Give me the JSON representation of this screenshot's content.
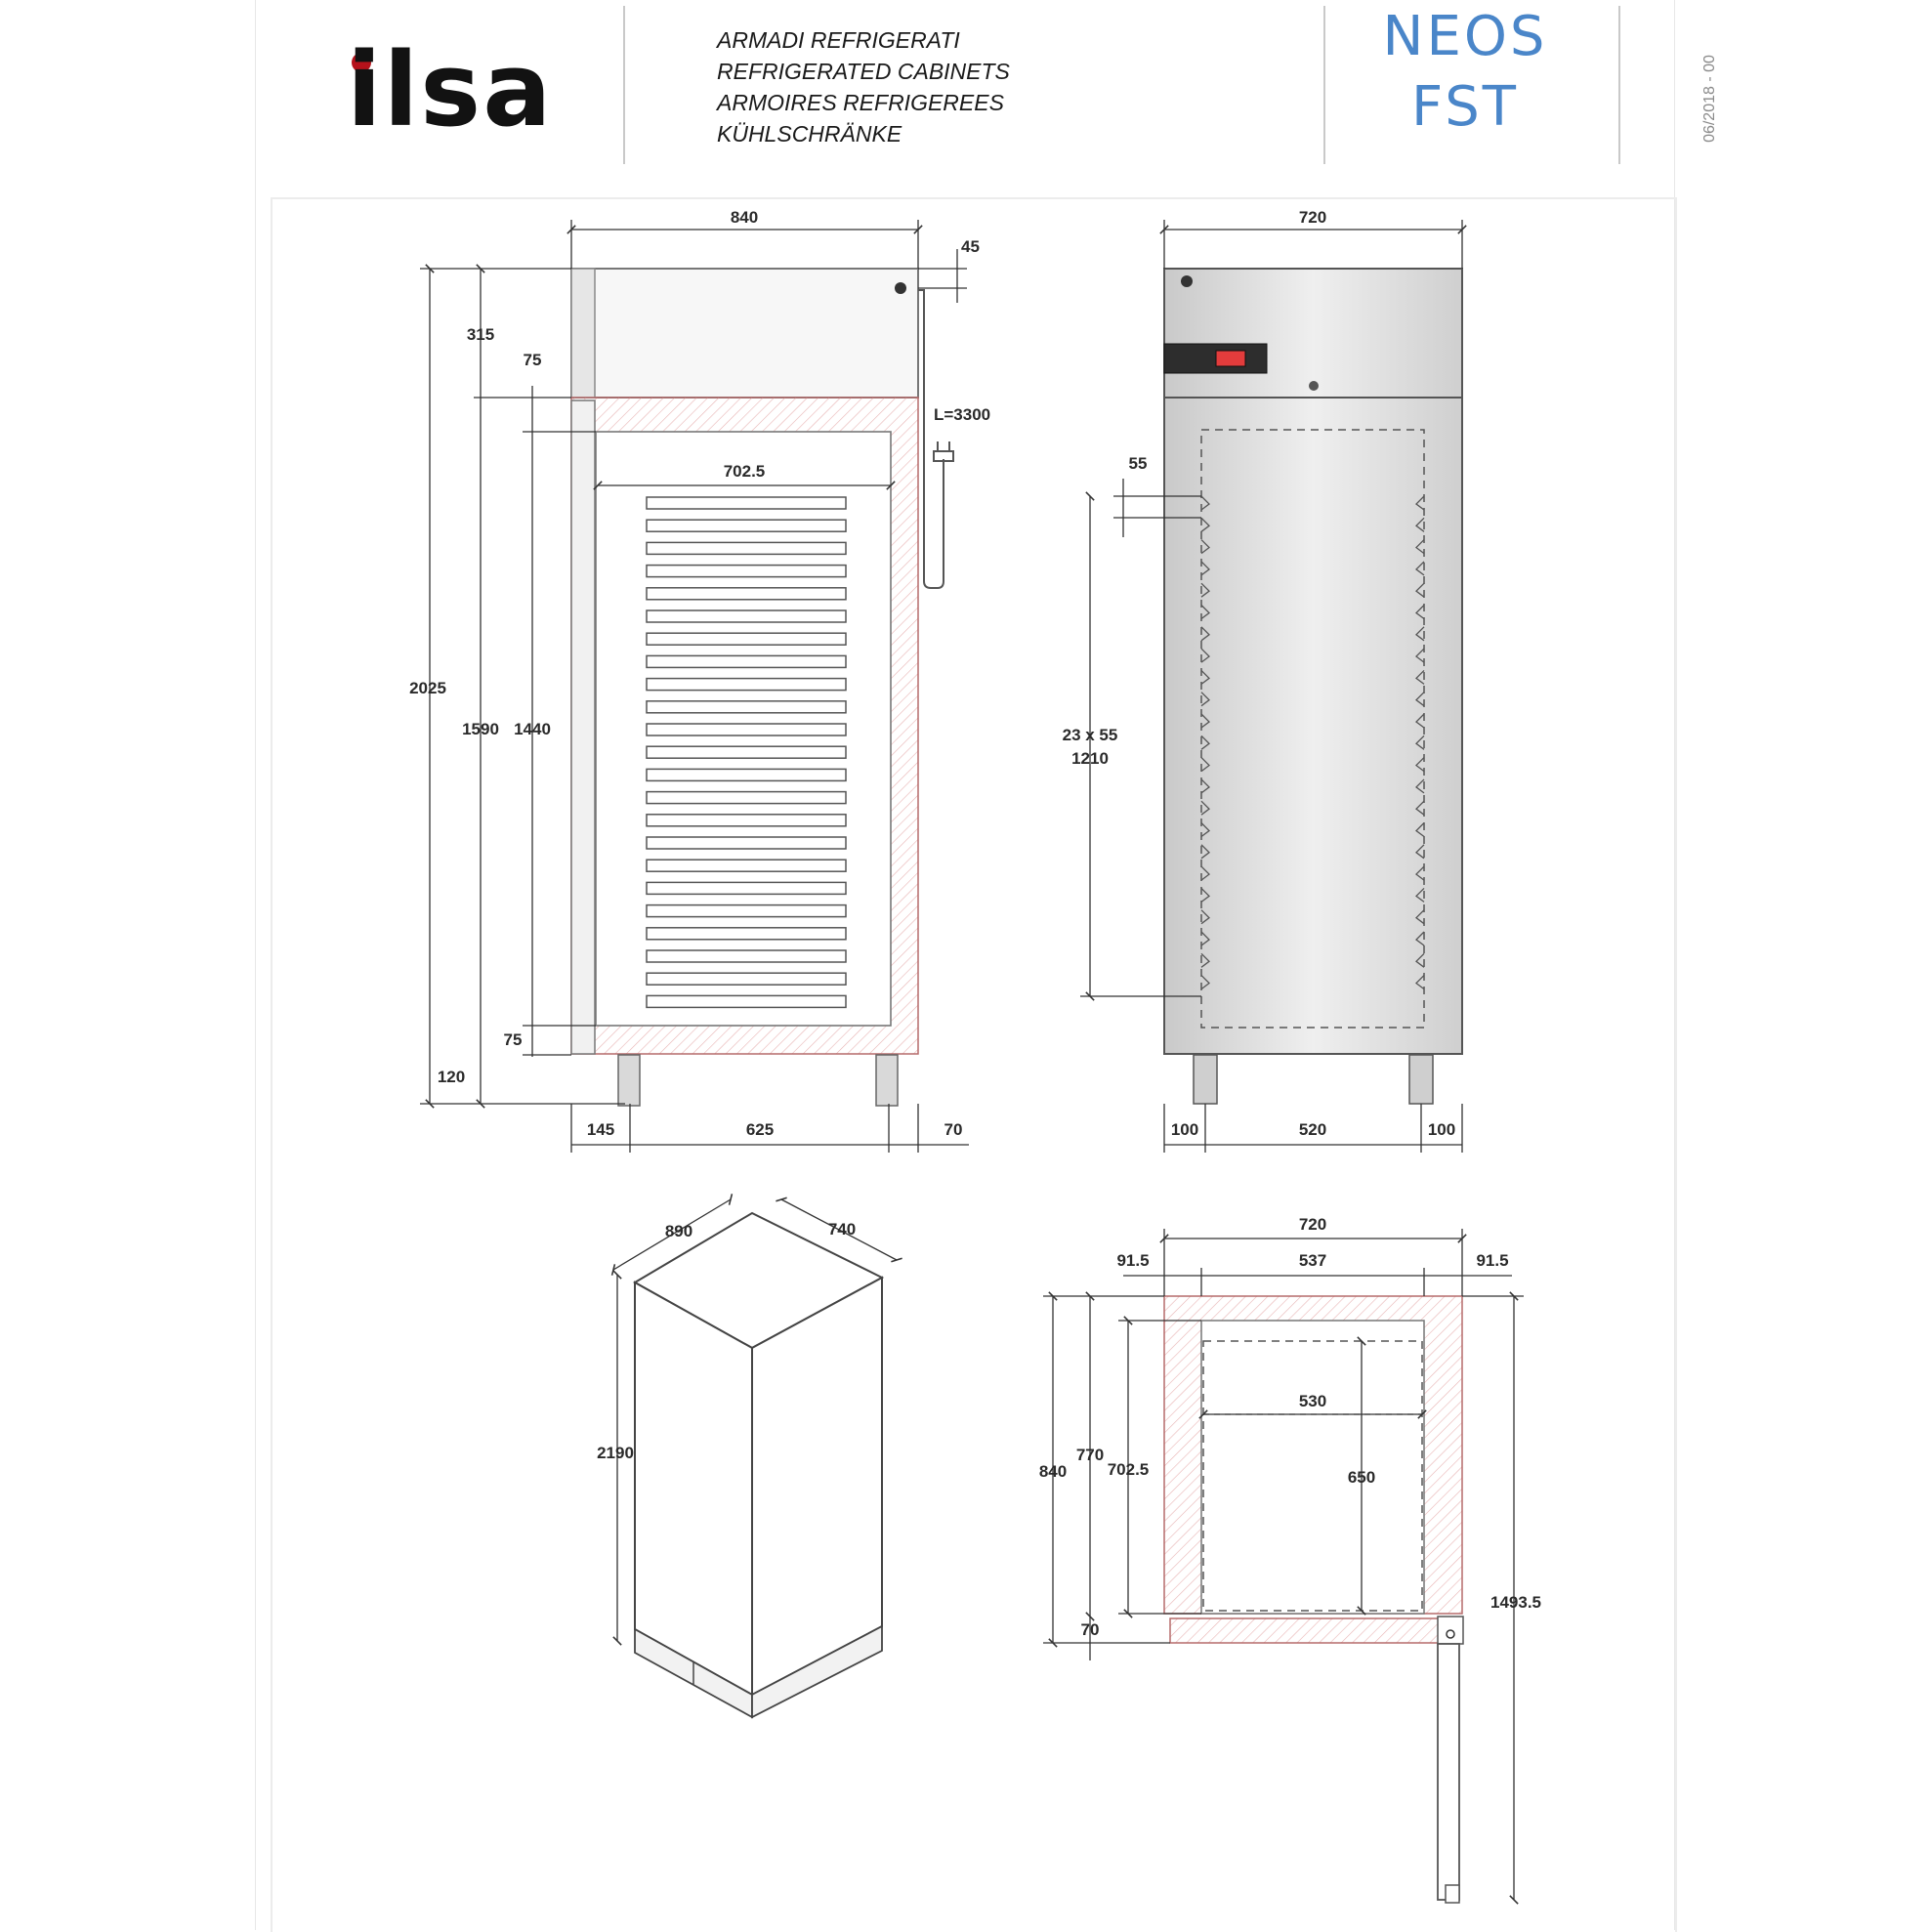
{
  "header": {
    "brand": "ilsa",
    "categories": [
      "ARMADI REFRIGERATI",
      "REFRIGERATED CABINETS",
      "ARMOIRES REFRIGEREES",
      "KÜHLSCHRÄNKE"
    ],
    "model_line1": "NEOS",
    "model_line2": "FST",
    "revision": "06/2018 - 00"
  },
  "colors": {
    "brand_red": "#b5121b",
    "model_blue": "#4a86c9",
    "insulation_hatch": "#e8b4b4"
  },
  "front_view": {
    "width": "840",
    "top_offset": "45",
    "cable": "L=3300",
    "total_height": "2025",
    "top_unit": "315",
    "body_height": "1590",
    "inner_top": "75",
    "inner_height": "1440",
    "inner_bottom": "75",
    "feet": "120",
    "inner_width": "702.5",
    "leg_left": "145",
    "leg_span": "625",
    "leg_right": "70"
  },
  "side_view": {
    "width": "720",
    "rail_pitch": "55",
    "rails_count": "23 x 55",
    "rails_height": "1210",
    "leg_left": "100",
    "leg_span": "520",
    "leg_right": "100"
  },
  "iso_view": {
    "width": "890",
    "depth": "740",
    "height": "2190"
  },
  "plan_view": {
    "width": "720",
    "side_left": "91.5",
    "inner_width": "537",
    "side_right": "91.5",
    "depth": "840",
    "body_depth": "770",
    "inner_depth": "702.5",
    "tray_width": "530",
    "tray_depth": "650",
    "door": "70",
    "door_open": "1493.5"
  }
}
